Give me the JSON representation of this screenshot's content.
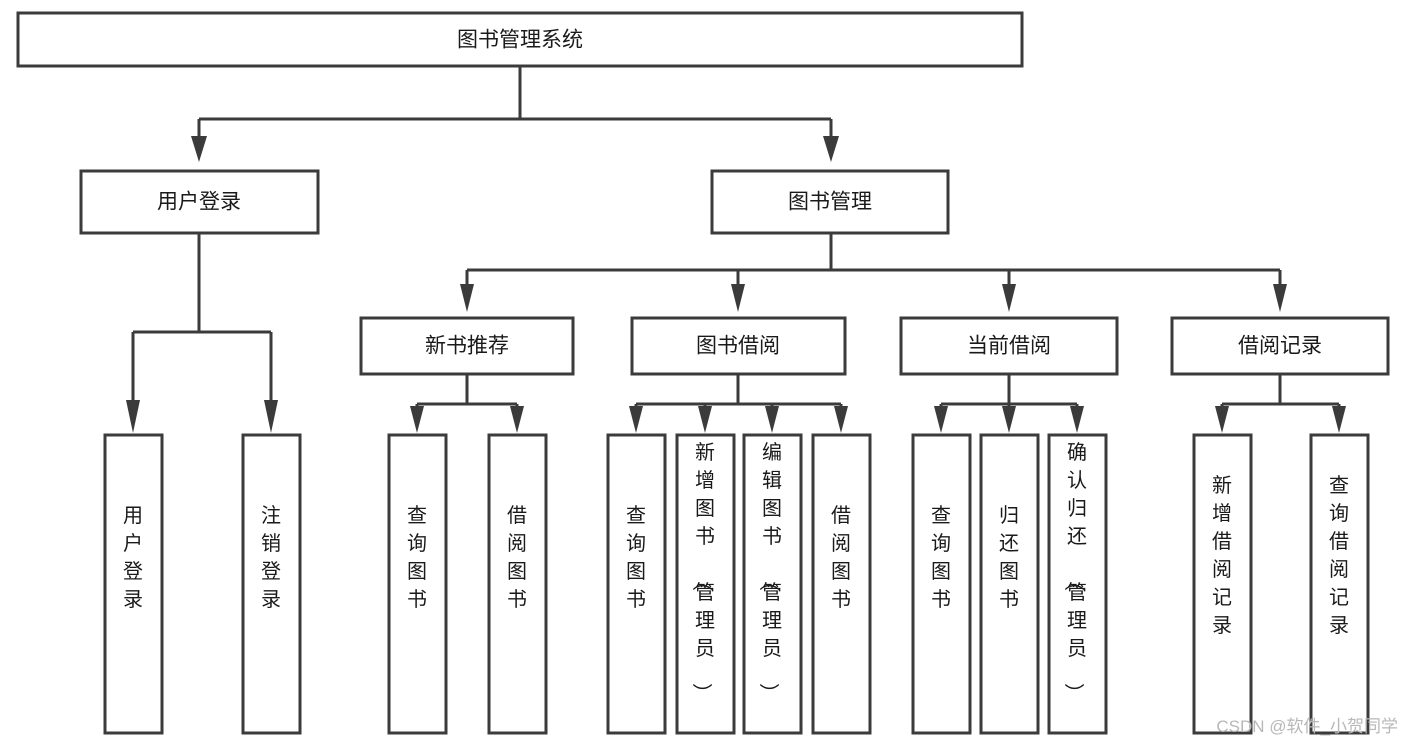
{
  "diagram": {
    "title": "图书管理系统",
    "type": "hierarchy-tree",
    "orientation": "top-down",
    "levels": 4,
    "colors": {
      "box_stroke": "#3b3b3b",
      "box_fill": "#ffffff",
      "connector": "#3b3b3b",
      "text": "#1a1a1a",
      "background": "#ffffff",
      "watermark": "#b8b8b8"
    },
    "root": {
      "id": "root",
      "label": "图书管理系统"
    },
    "level1": [
      {
        "id": "user-login",
        "label": "用户登录"
      },
      {
        "id": "book-manage",
        "label": "图书管理"
      }
    ],
    "level2": [
      {
        "id": "new-book-recommend",
        "label": "新书推荐",
        "parent": "book-manage"
      },
      {
        "id": "book-borrow",
        "label": "图书借阅",
        "parent": "book-manage"
      },
      {
        "id": "current-borrow",
        "label": "当前借阅",
        "parent": "book-manage"
      },
      {
        "id": "borrow-record",
        "label": "借阅记录",
        "parent": "book-manage"
      }
    ],
    "leaves": {
      "user-login": [
        {
          "id": "leaf-user-login",
          "label": "用户登录"
        },
        {
          "id": "leaf-user-logout",
          "label": "注销登录"
        }
      ],
      "new-book-recommend": [
        {
          "id": "leaf-query-book-1",
          "label": "查询图书"
        },
        {
          "id": "leaf-borrow-book-1",
          "label": "借阅图书"
        }
      ],
      "book-borrow": [
        {
          "id": "leaf-query-book-2",
          "label": "查询图书"
        },
        {
          "id": "leaf-add-book",
          "label": "新增图书（管理员）"
        },
        {
          "id": "leaf-edit-book",
          "label": "编辑图书（管理员）"
        },
        {
          "id": "leaf-borrow-book-2",
          "label": "借阅图书"
        }
      ],
      "current-borrow": [
        {
          "id": "leaf-query-book-3",
          "label": "查询图书"
        },
        {
          "id": "leaf-return-book",
          "label": "归还图书"
        },
        {
          "id": "leaf-confirm-return",
          "label": "确认归还（管理员）"
        }
      ],
      "borrow-record": [
        {
          "id": "leaf-add-record",
          "label": "新增借阅记录"
        },
        {
          "id": "leaf-query-record",
          "label": "查询借阅记录"
        }
      ]
    }
  },
  "watermark": {
    "text": "CSDN @软件_小贺同学"
  }
}
